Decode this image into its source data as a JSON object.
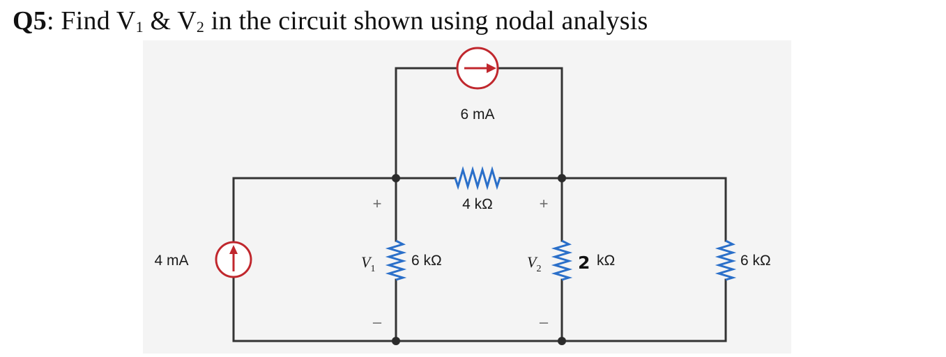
{
  "question": {
    "label": "Q5",
    "text_a": ": Find V",
    "sub_a": "1",
    "text_b": " & V",
    "sub_b": "2",
    "text_c": " in the circuit shown using nodal analysis"
  },
  "circuit": {
    "top_source": "6 mA",
    "left_source": "4 mA",
    "r_series": "4 kΩ",
    "r_v1": "6 kΩ",
    "r_v2_overwrite_digit": "2",
    "r_v2_suffix": "kΩ",
    "r_right": "6 kΩ",
    "v1_label": "V",
    "v1_sub": "1",
    "v2_label": "V",
    "v2_sub": "2",
    "plus": "+",
    "minus": "–",
    "colors": {
      "wire": "#333333",
      "source": "#c0272d",
      "resistor": "#2a6fc9",
      "node": "#2b2b2b"
    }
  }
}
